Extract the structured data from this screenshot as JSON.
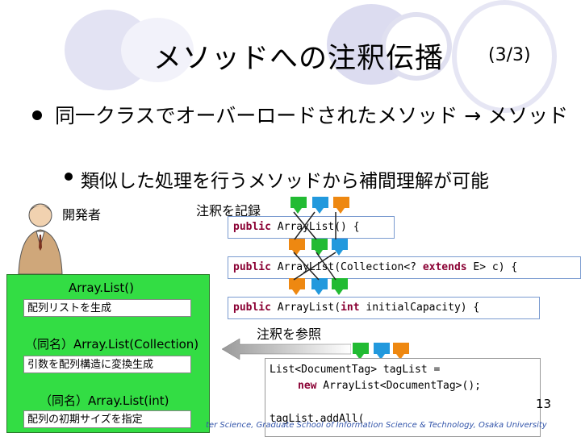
{
  "slide": {
    "title": "メソッドへの注釈伝播",
    "page_fraction": "(3/3)",
    "bullet1": "同一クラスでオーバーロードされたメソッド → メソッド",
    "bullet2": "類似した処理を行うメソッドから補間理解が可能",
    "developer_label": "開発者",
    "record_label": "注釈を記録",
    "refer_label": "注釈を参照",
    "page_number": "13",
    "footer": "ter Science, Graduate School of Information Science & Technology, Osaka University"
  },
  "code_top": {
    "line1_kw": "public",
    "line1_rest": " ArrayList() {",
    "line2_kw": "public",
    "line2_mid": " ArrayList(Collection<? ",
    "line2_kw2": "extends",
    "line2_rest": " E> c) {",
    "line3_kw": "public",
    "line3_mid": " ArrayList(",
    "line3_kw2": "int",
    "line3_rest": " initialCapacity) {"
  },
  "code_bottom": {
    "line1": "List<DocumentTag> tagList =",
    "line2_kw": "new",
    "line2_rest": " ArrayList<DocumentTag>();",
    "line3": "tagList.addAll("
  },
  "panel": {
    "m1_title": "Array.List()",
    "m1_desc": "配列リストを生成",
    "m2_title": "（同名）Array.List(Collection)",
    "m2_desc": "引数を配列構造に変換生成",
    "m3_title": "（同名）Array.List(int)",
    "m3_desc": "配列の初期サイズを指定"
  },
  "colors": {
    "tag_green": "#22bb33",
    "tag_blue": "#2299dd",
    "tag_orange": "#ee8811",
    "panel_green": "#33dd44",
    "keyword": "#8a0033"
  }
}
